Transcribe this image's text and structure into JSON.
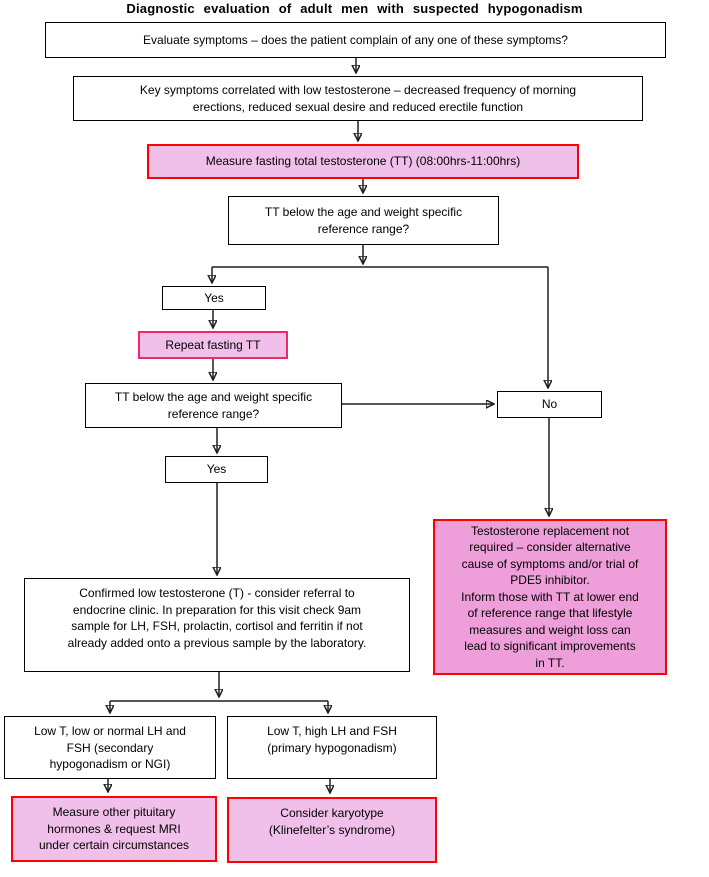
{
  "title": "Diagnostic evaluation of adult men with suspected hypogonadism",
  "colors": {
    "highlight_fill": "#f1c0ea",
    "highlight_fill_dark": "#ee9fd9",
    "highlight_border": "#ff0000",
    "node_border": "#000000",
    "connector": "#1f1f1f",
    "text": "#000000",
    "background": "#ffffff"
  },
  "nodes": {
    "evaluate": {
      "text": "Evaluate symptoms – does the patient complain of any one of these symptoms?"
    },
    "key_symptoms": {
      "lines": [
        "Key symptoms correlated with low testosterone – decreased frequency of morning",
        "erections, reduced sexual desire and reduced erectile function"
      ]
    },
    "measure_tt": {
      "text": "Measure fasting total testosterone (TT) (08:00hrs-11:00hrs)"
    },
    "tt_question_1": {
      "lines": [
        "TT below the age and weight specific",
        "reference range?"
      ]
    },
    "yes_1": {
      "text": "Yes"
    },
    "repeat_tt": {
      "text": "Repeat fasting TT"
    },
    "tt_question_2": {
      "lines": [
        "TT below the age and weight specific",
        "reference range?"
      ]
    },
    "no": {
      "text": "No"
    },
    "yes_2": {
      "text": "Yes"
    },
    "confirmed_low_t": {
      "lines": [
        "Confirmed low testosterone (T) - consider referral to",
        "endocrine clinic. In preparation for this visit check 9am",
        "sample for LH, FSH, prolactin, cortisol and ferritin if not",
        "already added onto a previous sample by the laboratory."
      ]
    },
    "replacement_not_required": {
      "lines": [
        "Testosterone replacement not",
        "required – consider alternative",
        "cause of symptoms and/or trial of",
        "PDE5 inhibitor.",
        "Inform those with TT at lower end",
        "of reference range that lifestyle",
        "measures and weight loss can",
        "lead to significant improvements",
        "in TT."
      ]
    },
    "secondary_hypogonadism": {
      "lines": [
        "Low T, low or normal LH and",
        "FSH (secondary",
        "hypogonadism or NGI)"
      ]
    },
    "primary_hypogonadism": {
      "lines": [
        "Low T, high LH and FSH",
        "(primary hypogonadism)"
      ]
    },
    "measure_pituitary": {
      "lines": [
        "Measure other pituitary",
        "hormones & request MRI",
        "under certain circumstances"
      ]
    },
    "consider_karyotype": {
      "lines": [
        "Consider karyotype",
        "(Klinefelter’s syndrome)"
      ]
    }
  }
}
